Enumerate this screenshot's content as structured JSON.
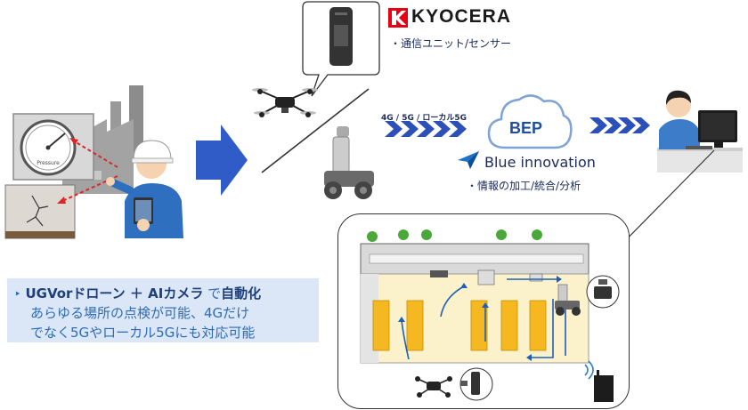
{
  "sensor_caption": "・通信ユニット/センサー",
  "kyocera_logo": "KYOCERA",
  "network_label": "4G / 5G / ローカル5G",
  "cloud_label": "BEP",
  "blue_innovation_logo": "Blue innovation",
  "processing_caption": "・情報の加工/統合/分析",
  "gauge_label": "Pressure",
  "summary": {
    "bullet": "‣",
    "line1_part1": "UGVorドローン",
    "line1_part2": " ＋ ",
    "line1_part3": "AIカメラ",
    "line1_part4": " で",
    "line1_part5": "自動化",
    "line2": "あらゆる場所の点検が可能、4Gだけ",
    "line3": "でなく5Gやローカル5Gにも対応可能"
  },
  "colors": {
    "accent_blue": "#2f5cc7",
    "chevron_blue": "#2b50b8",
    "summary_bg": "#dbe7f6",
    "shelf_orange": "#f5b820",
    "floor_cream": "#fbf2cc"
  }
}
